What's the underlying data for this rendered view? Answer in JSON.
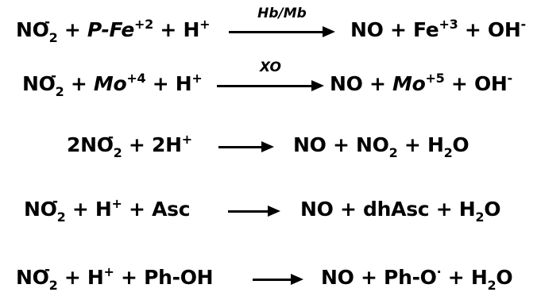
{
  "reactions": [
    {
      "r1": "NO",
      "r1_sub": "2",
      "r1_charge": "-",
      "plus_a": "+",
      "r2": "P-Fe",
      "r2_sup": "+2",
      "plus_b": "+",
      "r3": "H",
      "r3_sup": "+",
      "catalyst": "Hb/Mb",
      "p1": "NO",
      "plus_c": "+",
      "p2": "Fe",
      "p2_sup": "+3",
      "plus_d": "+",
      "p3": "OH",
      "p3_sup": "-"
    },
    {
      "r1": "NO",
      "r1_sub": "2",
      "r1_charge": "-",
      "plus_a": "+",
      "r2": "Mo",
      "r2_sup": "+4",
      "plus_b": "+",
      "r3": "H",
      "r3_sup": "+",
      "catalyst": "XO",
      "p1": "NO",
      "plus_c": "+",
      "p2": "Mo",
      "p2_sup": "+5",
      "plus_d": "+",
      "p3": "OH",
      "p3_sup": "-"
    },
    {
      "r1": "2NO",
      "r1_sub": "2",
      "r1_charge": "-",
      "plus_a": "+",
      "r2": "2H",
      "r2_sup": "+",
      "p1": "NO",
      "plus_b": "+",
      "p2": "NO",
      "p2_sub": "2",
      "plus_c": "+",
      "p3": "H",
      "p3_sub": "2",
      "p3_tail": "O"
    },
    {
      "r1": "NO",
      "r1_sub": "2",
      "r1_charge": "-",
      "plus_a": "+",
      "r2": "H",
      "r2_sup": "+",
      "plus_b": "+",
      "r3": "Asc",
      "p1": "NO",
      "plus_c": "+",
      "p2": "dhAsc",
      "plus_d": "+",
      "p3": "H",
      "p3_sub": "2",
      "p3_tail": "O"
    },
    {
      "r1": "NO",
      "r1_sub": "2",
      "r1_charge": "-",
      "plus_a": "+",
      "r2": "H",
      "r2_sup": "+",
      "plus_b": "+",
      "r3": "Ph-OH",
      "p1": "NO",
      "plus_c": "+",
      "p2": "Ph-O",
      "p2_sup": "·",
      "plus_d": "+",
      "p3": "H",
      "p3_sub": "2",
      "p3_tail": "O"
    }
  ]
}
